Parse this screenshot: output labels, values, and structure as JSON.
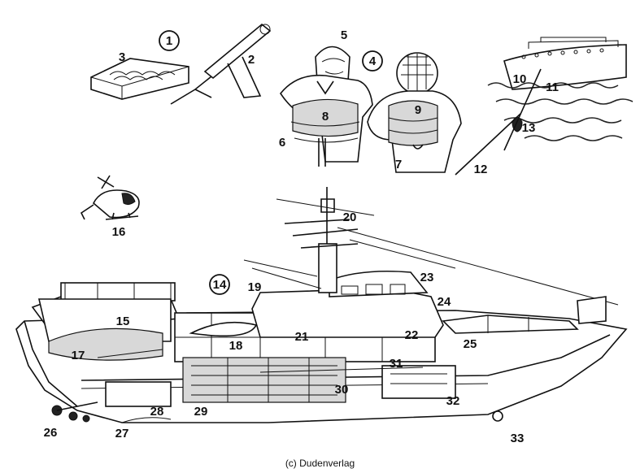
{
  "labels": {
    "l1": "1",
    "l2": "2",
    "l3": "3",
    "l4": "4",
    "l5": "5",
    "l6": "6",
    "l7": "7",
    "l8": "8",
    "l9": "9",
    "l10": "10",
    "l11": "11",
    "l12": "12",
    "l13": "13",
    "l14": "14",
    "l15": "15",
    "l16": "16",
    "l17": "17",
    "l18": "18",
    "l19": "19",
    "l20": "20",
    "l21": "21",
    "l22": "22",
    "l23": "23",
    "l24": "24",
    "l25": "25",
    "l26": "26",
    "l27": "27",
    "l28": "28",
    "l29": "29",
    "l30": "30",
    "l31": "31",
    "l32": "32",
    "l33": "33"
  },
  "credit": "(c) Dudenverlag"
}
